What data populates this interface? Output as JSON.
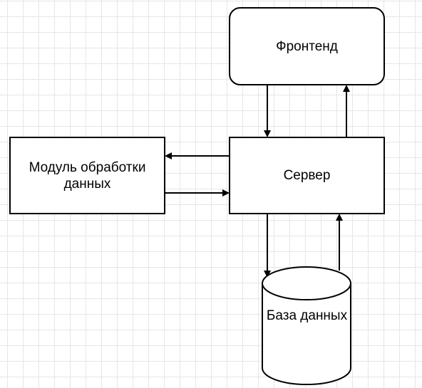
{
  "diagram": {
    "nodes": {
      "frontend": {
        "label": "Фронтенд",
        "shape": "rounded-rectangle"
      },
      "server": {
        "label": "Сервер",
        "shape": "rectangle"
      },
      "module": {
        "label": "Модуль обработки данных",
        "shape": "rectangle"
      },
      "database": {
        "label": "База данных",
        "shape": "cylinder"
      }
    },
    "edges": [
      {
        "from": "frontend",
        "to": "server"
      },
      {
        "from": "server",
        "to": "frontend"
      },
      {
        "from": "server",
        "to": "module"
      },
      {
        "from": "module",
        "to": "server"
      },
      {
        "from": "server",
        "to": "database"
      },
      {
        "from": "database",
        "to": "server"
      }
    ],
    "colors": {
      "stroke": "#000000",
      "fill": "#ffffff",
      "grid": "#e6e6e6"
    }
  }
}
